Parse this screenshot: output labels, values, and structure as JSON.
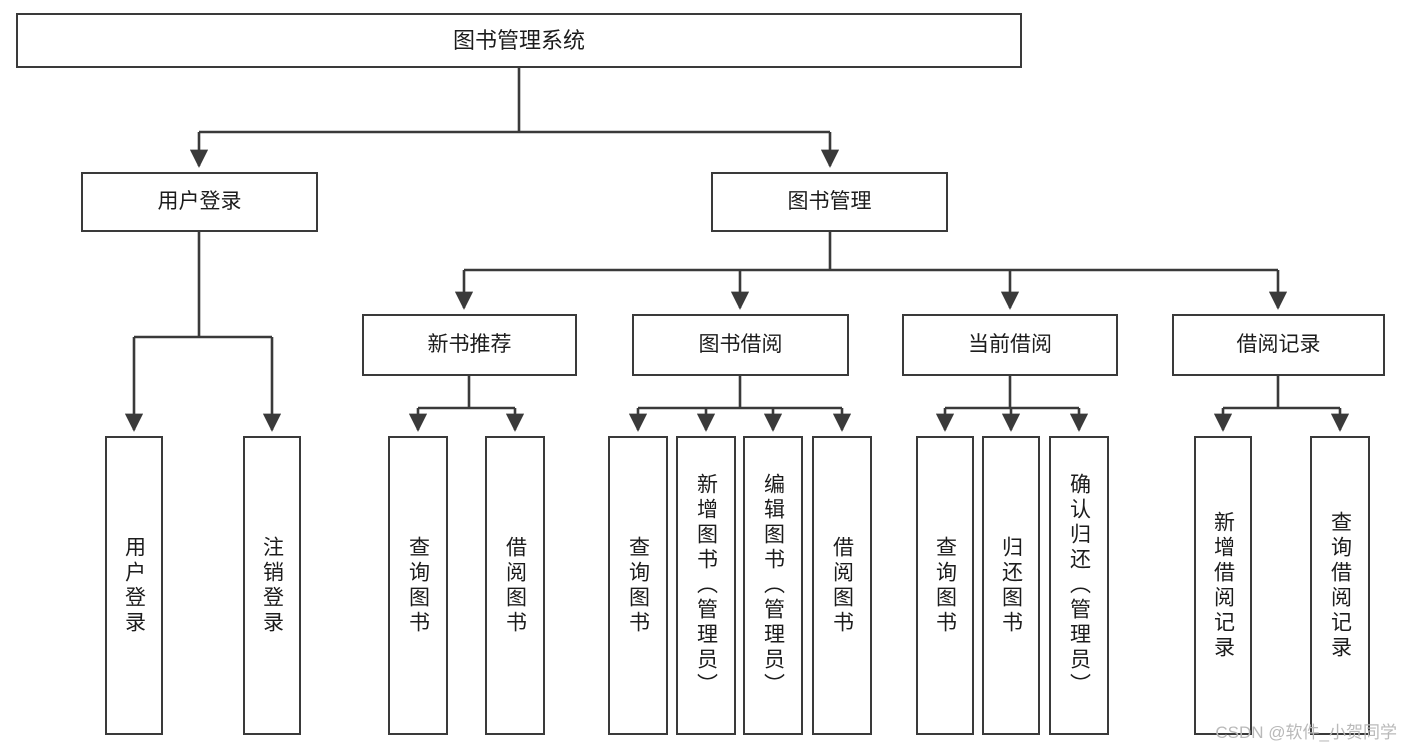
{
  "diagram": {
    "type": "hierarchy-tree",
    "title": "图书管理系统",
    "watermark": "CSDN @软件_小贺同学",
    "colors": {
      "box_border": "#3a3a3a",
      "box_fill": "#ffffff",
      "edge": "#3a3a3a",
      "text": "#1c1c1c",
      "watermark": "#b9b9b9"
    },
    "nodes": {
      "root": {
        "label": "图书管理系统"
      },
      "level1": [
        {
          "id": "user-login",
          "label": "用户登录"
        },
        {
          "id": "book-management",
          "label": "图书管理"
        }
      ],
      "level2": [
        {
          "id": "new-book-recommend",
          "label": "新书推荐"
        },
        {
          "id": "book-borrow",
          "label": "图书借阅"
        },
        {
          "id": "current-borrow",
          "label": "当前借阅"
        },
        {
          "id": "borrow-record",
          "label": "借阅记录"
        }
      ],
      "leaves": {
        "user-login": [
          {
            "id": "leaf-user-login",
            "label": "用户登录"
          },
          {
            "id": "leaf-logout-login",
            "label": "注销登录"
          }
        ],
        "new-book-recommend": [
          {
            "id": "leaf-query-book-1",
            "label": "查询图书"
          },
          {
            "id": "leaf-borrow-book-1",
            "label": "借阅图书"
          }
        ],
        "book-borrow": [
          {
            "id": "leaf-query-book-2",
            "label": "查询图书"
          },
          {
            "id": "leaf-add-book-admin",
            "label": "新增图书（管理员）"
          },
          {
            "id": "leaf-edit-book-admin",
            "label": "编辑图书（管理员）"
          },
          {
            "id": "leaf-borrow-book-2",
            "label": "借阅图书"
          }
        ],
        "current-borrow": [
          {
            "id": "leaf-query-book-3",
            "label": "查询图书"
          },
          {
            "id": "leaf-return-book",
            "label": "归还图书"
          },
          {
            "id": "leaf-confirm-return-admin",
            "label": "确认归还（管理员）"
          }
        ],
        "borrow-record": [
          {
            "id": "leaf-add-borrow-record",
            "label": "新增借阅记录"
          },
          {
            "id": "leaf-query-borrow-record",
            "label": "查询借阅记录"
          }
        ]
      }
    }
  }
}
